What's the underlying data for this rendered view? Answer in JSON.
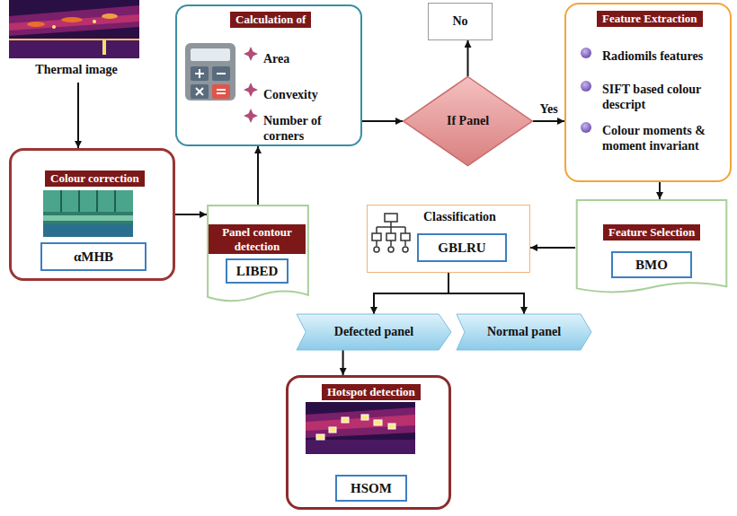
{
  "diagram": {
    "nodes": [
      {
        "text": [
          "Thermal image"
        ]
      },
      {
        "text": [
          "Calculation of",
          "Area",
          "Convexity",
          "Number of corners"
        ]
      },
      {
        "text": [
          "No"
        ]
      },
      {
        "text": [
          "If Panel"
        ]
      },
      {
        "text": [
          "Feature Extraction",
          "Radiomils features",
          "SIFT based colour descript",
          "Colour moments & moment invariant"
        ]
      },
      {
        "text": [
          "Colour correction"
        ]
      },
      {
        "text": [
          "αMHB"
        ],
        "in": 5
      },
      {
        "text": [
          "Panel contour detection"
        ]
      },
      {
        "text": [
          "LIBED"
        ],
        "in": 7
      },
      {
        "text": [
          "Classification"
        ]
      },
      {
        "text": [
          "GBLRU"
        ],
        "in": 9
      },
      {
        "text": [
          "Feature Selection"
        ]
      },
      {
        "text": [
          "BMO"
        ],
        "in": 11
      },
      {
        "text": [
          "Defected panel"
        ]
      },
      {
        "text": [
          "Normal panel"
        ]
      },
      {
        "text": [
          "Hotspot detection"
        ]
      },
      {
        "text": [
          "HSOM"
        ],
        "in": 15
      }
    ],
    "edges": [
      {
        "from": 0,
        "to": 5,
        "arrow": "to"
      },
      {
        "from": 5,
        "to": 7,
        "arrow": "to"
      },
      {
        "from": 7,
        "to": 1,
        "arrow": "to"
      },
      {
        "from": 1,
        "to": 3,
        "arrow": "to"
      },
      {
        "from": 3,
        "to": 2,
        "arrow": "to"
      },
      {
        "from": 3,
        "to": 4,
        "label": "Yes",
        "arrow": "to"
      },
      {
        "from": 4,
        "to": 11,
        "arrow": "to"
      },
      {
        "from": 11,
        "to": 9,
        "arrow": "to"
      },
      {
        "from": 9,
        "to": 13,
        "arrow": "to"
      },
      {
        "from": 9,
        "to": 14,
        "arrow": "to"
      },
      {
        "from": 13,
        "to": 15,
        "arrow": "to"
      }
    ]
  }
}
